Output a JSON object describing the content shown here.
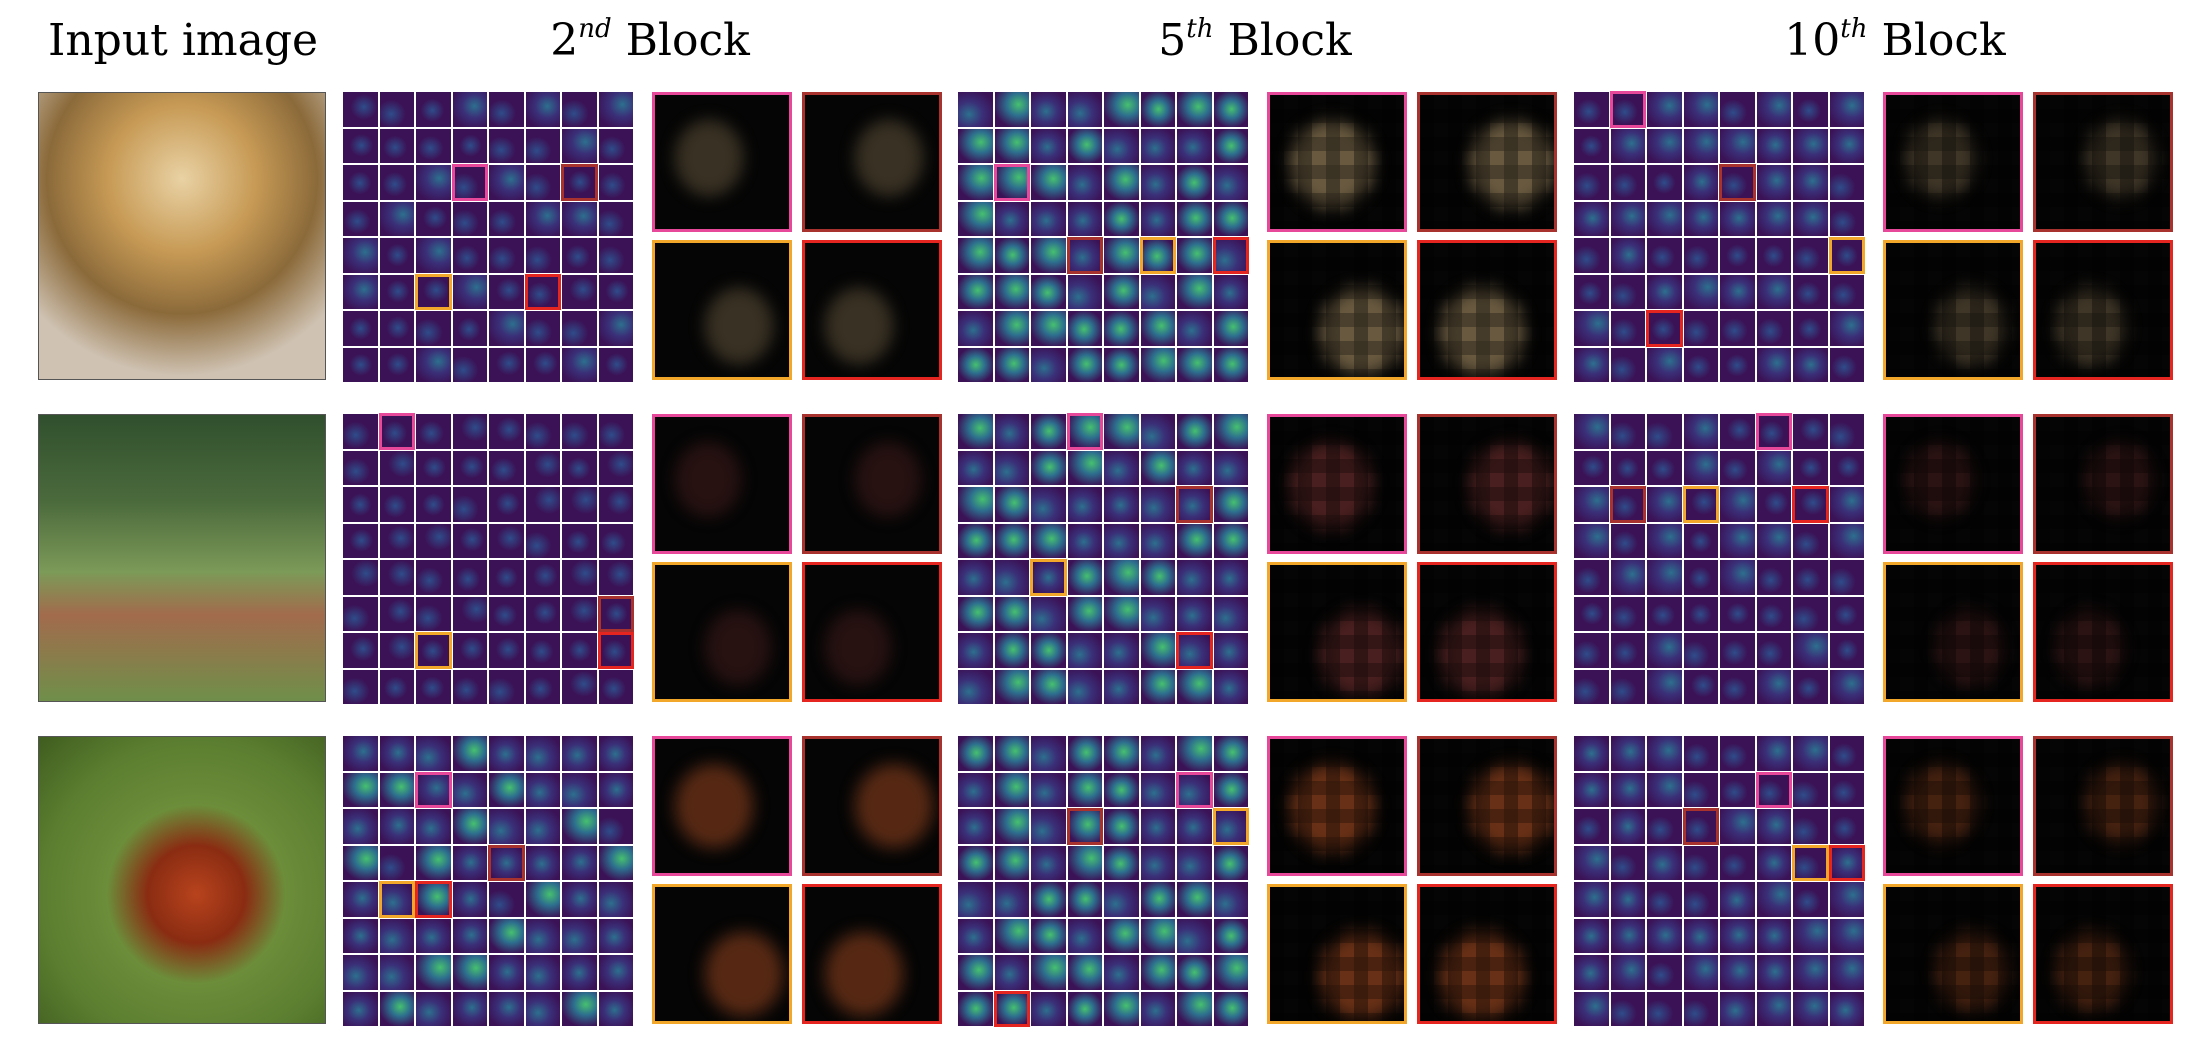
{
  "headers": {
    "input": "Input image",
    "block2": {
      "base": "2",
      "sup": "nd",
      "word": "Block"
    },
    "block5": {
      "base": "5",
      "sup": "th",
      "word": "Block"
    },
    "block10": {
      "base": "10",
      "sup": "th",
      "word": "Block"
    }
  },
  "rows": [
    {
      "photo": "cheetah-photo",
      "b2": {
        "hl": [
          [
            2,
            3,
            "pink"
          ],
          [
            2,
            6,
            "crimson"
          ],
          [
            5,
            2,
            "orange"
          ],
          [
            5,
            5,
            "red"
          ]
        ],
        "level": 0.2
      },
      "b5": {
        "hl": [
          [
            2,
            1,
            "pink"
          ],
          [
            4,
            3,
            "crimson"
          ],
          [
            4,
            5,
            "orange"
          ],
          [
            4,
            7,
            "red"
          ]
        ],
        "level": 0.6
      },
      "b10": {
        "hl": [
          [
            0,
            1,
            "pink"
          ],
          [
            2,
            4,
            "crimson"
          ],
          [
            4,
            7,
            "orange"
          ],
          [
            6,
            2,
            "red"
          ]
        ],
        "level": 0.25
      }
    },
    {
      "photo": "baseball-player-photo",
      "b2": {
        "hl": [
          [
            0,
            1,
            "pink"
          ],
          [
            5,
            7,
            "crimson"
          ],
          [
            6,
            2,
            "orange"
          ],
          [
            6,
            7,
            "red"
          ]
        ],
        "level": 0.15
      },
      "b5": {
        "hl": [
          [
            0,
            3,
            "pink"
          ],
          [
            2,
            6,
            "crimson"
          ],
          [
            4,
            2,
            "orange"
          ],
          [
            6,
            6,
            "red"
          ]
        ],
        "level": 0.55
      },
      "b10": {
        "hl": [
          [
            0,
            5,
            "pink"
          ],
          [
            2,
            1,
            "crimson"
          ],
          [
            2,
            3,
            "orange"
          ],
          [
            2,
            6,
            "red"
          ]
        ],
        "level": 0.2
      }
    },
    {
      "photo": "ladybug-photo",
      "b2": {
        "hl": [
          [
            1,
            2,
            "pink"
          ],
          [
            3,
            4,
            "crimson"
          ],
          [
            4,
            1,
            "orange"
          ],
          [
            4,
            2,
            "red"
          ]
        ],
        "level": 0.45
      },
      "b5": {
        "hl": [
          [
            1,
            6,
            "pink"
          ],
          [
            2,
            3,
            "crimson"
          ],
          [
            2,
            7,
            "orange"
          ],
          [
            7,
            1,
            "red"
          ]
        ],
        "level": 0.6
      },
      "b10": {
        "hl": [
          [
            1,
            5,
            "pink"
          ],
          [
            2,
            3,
            "crimson"
          ],
          [
            3,
            6,
            "orange"
          ],
          [
            3,
            7,
            "red"
          ]
        ],
        "level": 0.3
      }
    }
  ],
  "colors": {
    "pink": "#e8489a",
    "crimson": "#a8322e",
    "orange": "#f2a62a",
    "red": "#e52620",
    "viridis_low": "#3b1256",
    "viridis_mid": "#2d6f8e",
    "viridis_high": "#46c06f"
  }
}
